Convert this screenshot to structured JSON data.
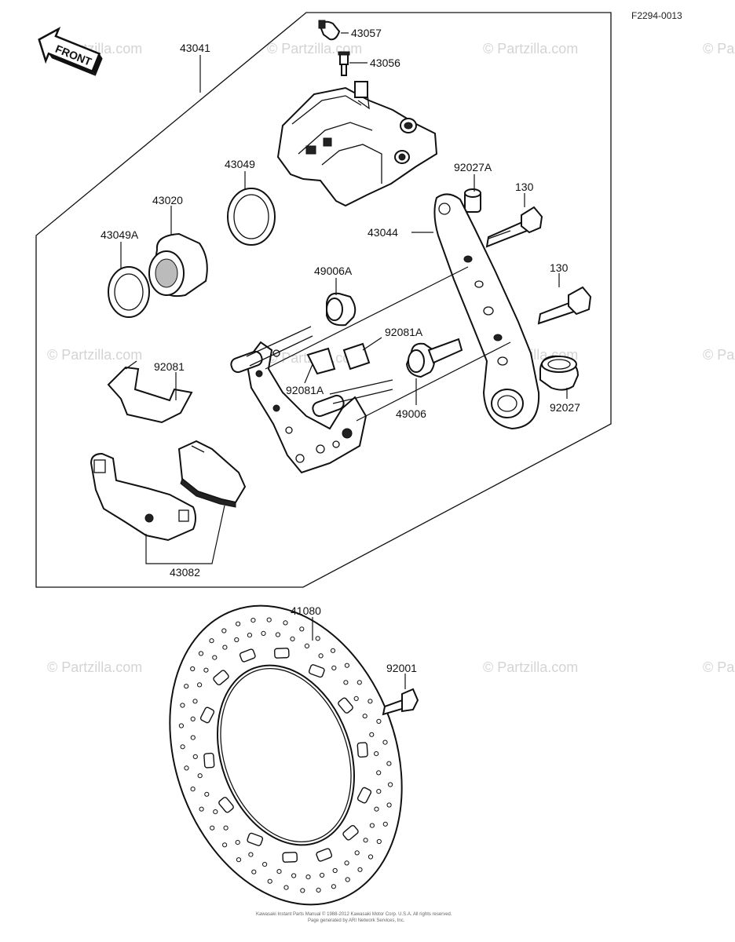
{
  "diagram_code": "F2294-0013",
  "front_label": "FRONT",
  "watermark": "© Partzilla.com",
  "copyright_line1": "Kawasaki Instant Parts Manual © 1988-2012 Kawasaki Motor Corp. U.S.A. All rights reserved.",
  "copyright_line2": "Page generated by ARI Network Services, Inc.",
  "parts": {
    "p43057": "43057",
    "p43056": "43056",
    "p43041": "43041",
    "p43049": "43049",
    "p43020": "43020",
    "p43049A": "43049A",
    "p92027A": "92027A",
    "p130a": "130",
    "p43044": "43044",
    "p49006A": "49006A",
    "p130b": "130",
    "p92081A_top": "92081A",
    "p92081": "92081",
    "p92081A_bottom": "92081A",
    "p49006": "49006",
    "p92027": "92027",
    "p43082": "43082",
    "p41080": "41080",
    "p92001": "92001"
  }
}
